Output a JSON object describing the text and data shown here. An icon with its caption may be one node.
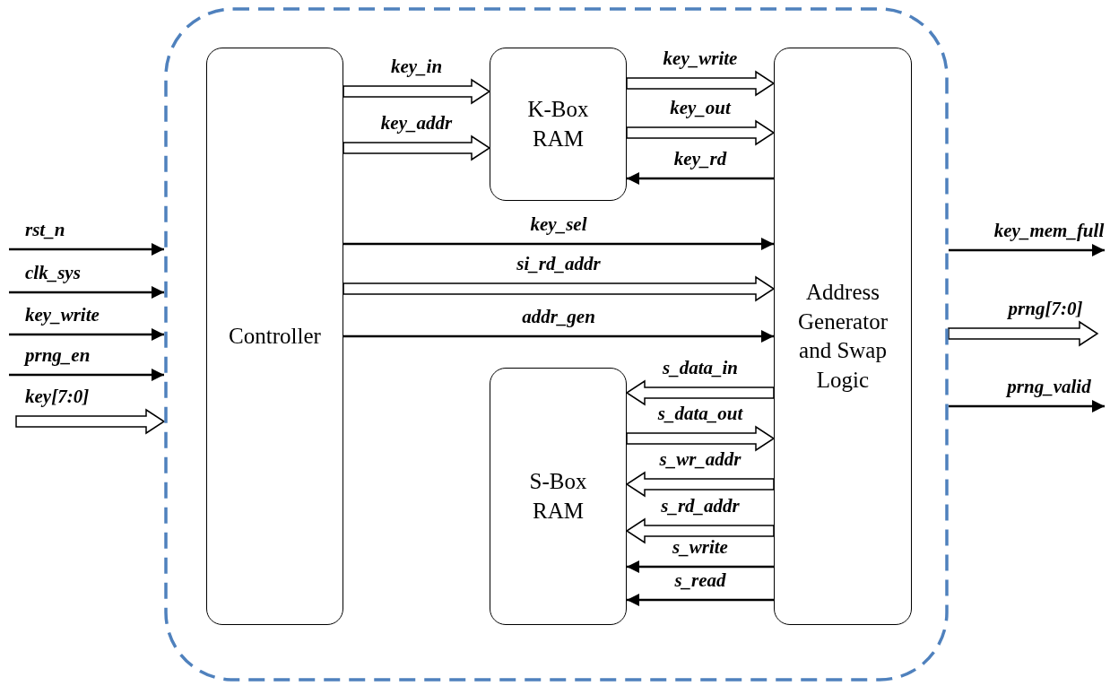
{
  "diagram": {
    "nodes": [
      {
        "text": [],
        "shape": "box"
      },
      {
        "text": [
          "Controller"
        ],
        "in": 0
      },
      {
        "text": [
          "K-Box RAM"
        ],
        "in": 0
      },
      {
        "text": [
          "Address Generator and Swap Logic"
        ],
        "in": 0
      },
      {
        "text": [
          "S-Box RAM"
        ],
        "in": 0
      }
    ],
    "edges": [
      {
        "from": null,
        "to": 0,
        "arrow": "to",
        "label": "rst_n"
      },
      {
        "from": null,
        "to": 0,
        "arrow": "to",
        "label": "clk_sys"
      },
      {
        "from": null,
        "to": 0,
        "arrow": "to",
        "label": "key_write"
      },
      {
        "from": null,
        "to": 0,
        "arrow": "to",
        "label": "prng_en"
      },
      {
        "from": null,
        "to": 0,
        "arrow": "to",
        "label": "key[7:0]",
        "style": "thick"
      },
      {
        "from": 1,
        "to": 2,
        "arrow": "to",
        "label": "key_in",
        "style": "thick"
      },
      {
        "from": 1,
        "to": 2,
        "arrow": "to",
        "label": "key_addr",
        "style": "thick"
      },
      {
        "from": 2,
        "to": 3,
        "arrow": "to",
        "label": "key_write",
        "style": "thick"
      },
      {
        "from": 2,
        "to": 3,
        "arrow": "to",
        "label": "key_out",
        "style": "thick"
      },
      {
        "from": 3,
        "to": 2,
        "arrow": "to",
        "label": "key_rd"
      },
      {
        "from": 1,
        "to": 3,
        "arrow": "to",
        "label": "key_sel"
      },
      {
        "from": 1,
        "to": 3,
        "arrow": "to",
        "label": "si_rd_addr",
        "style": "thick"
      },
      {
        "from": 1,
        "to": 3,
        "arrow": "to",
        "label": "addr_gen"
      },
      {
        "from": 3,
        "to": 4,
        "arrow": "to",
        "label": "s_data_in",
        "style": "thick"
      },
      {
        "from": 4,
        "to": 3,
        "arrow": "to",
        "label": "s_data_out",
        "style": "thick"
      },
      {
        "from": 3,
        "to": 4,
        "arrow": "to",
        "label": "s_wr_addr",
        "style": "thick"
      },
      {
        "from": 3,
        "to": 4,
        "arrow": "to",
        "label": "s_rd_addr",
        "style": "thick"
      },
      {
        "from": 3,
        "to": 4,
        "arrow": "to",
        "label": "s_write"
      },
      {
        "from": 3,
        "to": 4,
        "arrow": "to",
        "label": "s_read"
      },
      {
        "from": 0,
        "to": null,
        "arrow": "to",
        "label": "key_mem_full"
      },
      {
        "from": 0,
        "to": null,
        "arrow": "to",
        "label": "prng[7:0]",
        "style": "thick"
      },
      {
        "from": 0,
        "to": null,
        "arrow": "to",
        "label": "prng_valid"
      }
    ]
  }
}
